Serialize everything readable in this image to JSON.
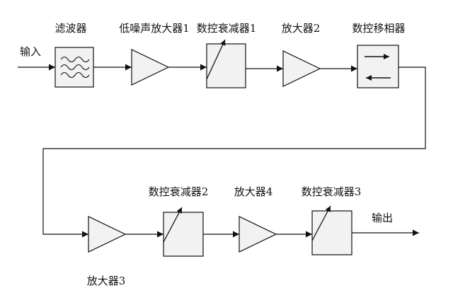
{
  "labels": {
    "input": "输入",
    "output": "输出",
    "filter": "滤波器",
    "lna": "低噪声放大器1",
    "atten1": "数控衰减器1",
    "amp2": "放大器2",
    "phase_shifter": "数控移相器",
    "amp3": "放大器3",
    "atten2": "数控衰减器2",
    "amp4": "放大器4",
    "atten3": "数控衰减器3"
  },
  "icons": {
    "filter": "filter-wave-icon",
    "amplifier": "triangle-amplifier-icon",
    "attenuator": "variable-attenuator-icon",
    "phase_shifter": "bidirectional-arrow-icon"
  },
  "colors": {
    "line": "#111111",
    "block_fill": "#f2f2f2",
    "background": "#ffffff"
  }
}
